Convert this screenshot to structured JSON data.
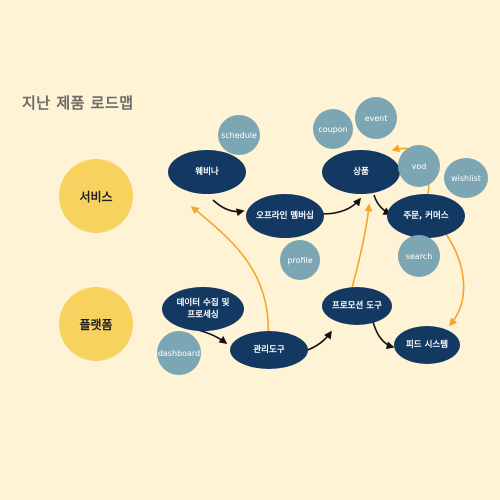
{
  "title": "지난 제품 로드맵",
  "categories": {
    "service": "서비스",
    "platform": "플랫폼"
  },
  "nodes": {
    "webinar": "웨비나",
    "offline_membership": "오프라인 멤버십",
    "product": "상품",
    "order_commerce": "주문, 커머스",
    "data_processing": "데이터 수집 및 프로세싱",
    "admin_tool": "관리도구",
    "promotion_tool": "프로모션 도구",
    "feed_system": "피드 시스템"
  },
  "tags": {
    "schedule": "schedule",
    "coupon": "coupon",
    "event": "event",
    "vod": "vod",
    "wishlist": "wishlist",
    "profile": "profile",
    "search": "search",
    "dashboard": "dashboard"
  },
  "colors": {
    "background": "#fff3d6",
    "category": "#f8d25f",
    "feature": "#133861",
    "tag": "#7ca6b3",
    "arrow_black": "#111111",
    "arrow_orange": "#f4a52a"
  }
}
